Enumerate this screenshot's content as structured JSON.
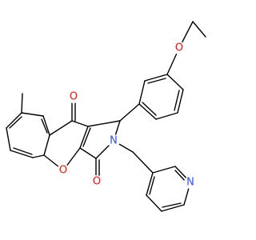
{
  "atoms": {
    "o_ethoxy": {
      "label": "O",
      "color": "#FF0D0D"
    },
    "o_ketone": {
      "label": "O",
      "color": "#FF0D0D"
    },
    "o_ring": {
      "label": "O",
      "color": "#FF0D0D"
    },
    "o_lactam": {
      "label": "O",
      "color": "#FF0D0D"
    },
    "n_lactam": {
      "label": "N",
      "color": "#3050F8"
    },
    "n_pyridine": {
      "label": "N",
      "color": "#3050F8"
    }
  }
}
